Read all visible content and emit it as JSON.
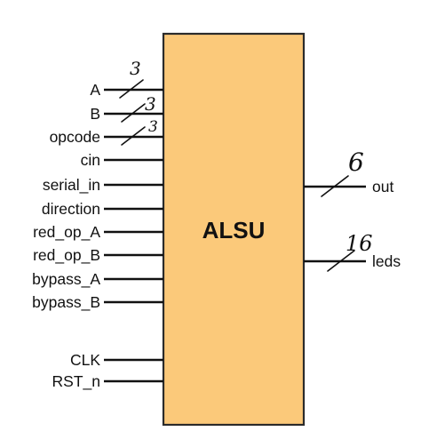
{
  "block": {
    "title": "ALSU",
    "fill": "#fbc97a",
    "stroke": "#2b2b2b"
  },
  "inputs": [
    {
      "label": "A",
      "width": "3"
    },
    {
      "label": "B",
      "width": "3"
    },
    {
      "label": "opcode",
      "width": "3"
    },
    {
      "label": "cin",
      "width": ""
    },
    {
      "label": "serial_in",
      "width": ""
    },
    {
      "label": "direction",
      "width": ""
    },
    {
      "label": "red_op_A",
      "width": ""
    },
    {
      "label": "red_op_B",
      "width": ""
    },
    {
      "label": "bypass_A",
      "width": ""
    },
    {
      "label": "bypass_B",
      "width": ""
    },
    {
      "label": "CLK",
      "width": ""
    },
    {
      "label": "RST_n",
      "width": ""
    }
  ],
  "outputs": [
    {
      "label": "out",
      "width": "6"
    },
    {
      "label": "leds",
      "width": "16"
    }
  ]
}
